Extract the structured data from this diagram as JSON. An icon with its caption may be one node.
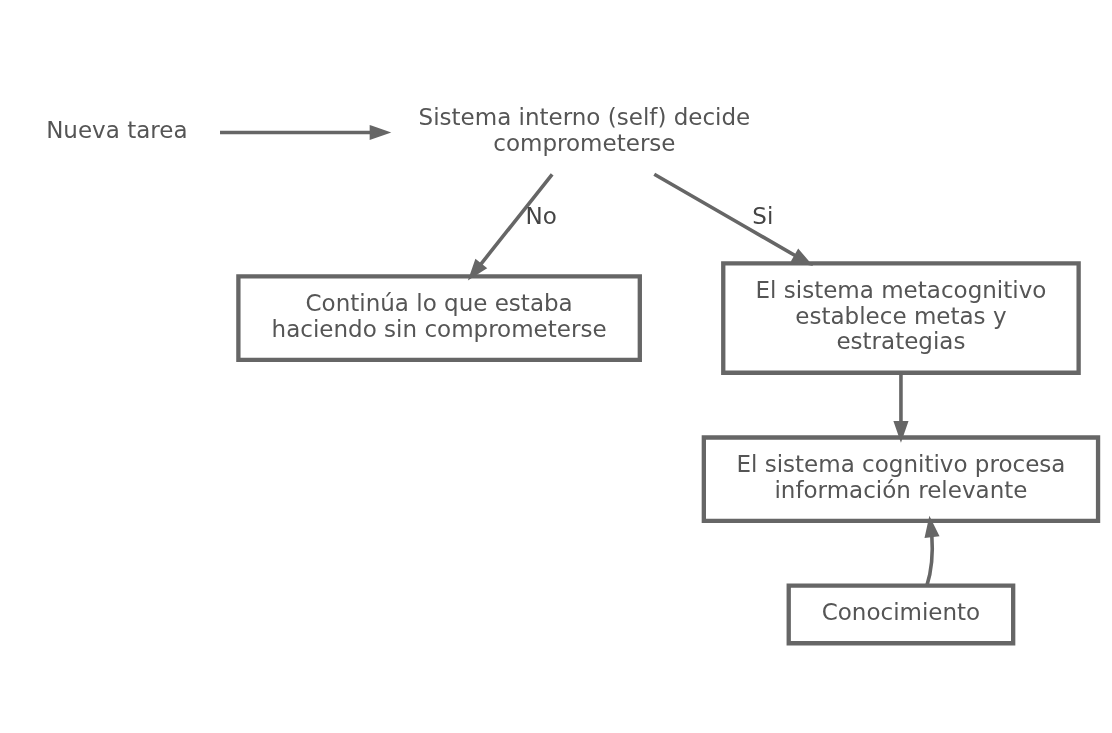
{
  "diagram": {
    "nodes": [
      {
        "text": [
          "Sistema interno (self) decide comprometerse"
        ]
      },
      {
        "text": [
          "Nueva tarea"
        ]
      },
      {
        "text": [
          "Continúa lo que estaba haciendo sin comprometerse"
        ]
      },
      {
        "text": [
          "El sistema metacognitivo establece metas y estrategias"
        ]
      },
      {
        "text": [
          "El sistema cognitivo procesa información relevante"
        ]
      },
      {
        "text": [
          "Conocimiento"
        ]
      }
    ],
    "edges": [
      {
        "from": 1,
        "to": 0,
        "arrow": "to"
      },
      {
        "from": 0,
        "to": 3,
        "arrow": "to",
        "label": "Si"
      },
      {
        "from": 0,
        "to": 2,
        "arrow": "to",
        "label": "No"
      },
      {
        "from": 3,
        "to": 4,
        "arrow": "to"
      },
      {
        "from": 5,
        "to": 4,
        "arrow": "to"
      }
    ]
  }
}
